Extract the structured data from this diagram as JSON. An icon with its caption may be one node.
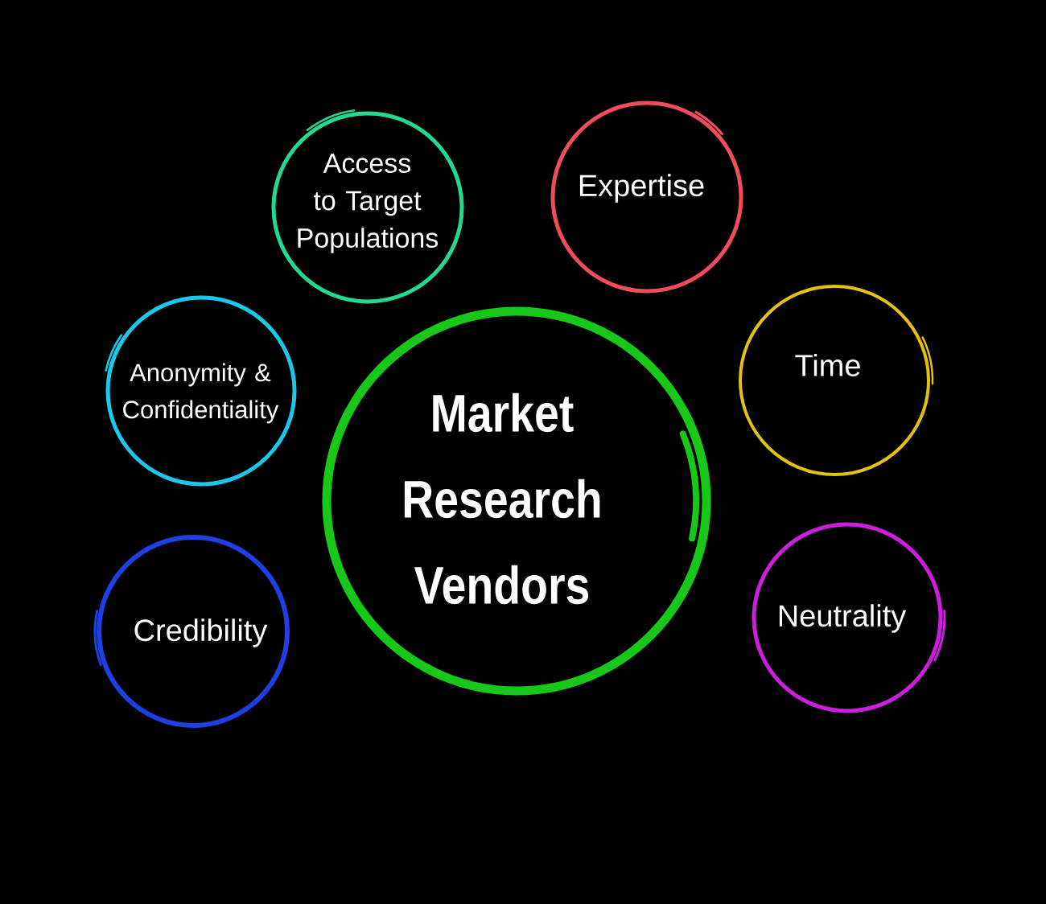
{
  "diagram": {
    "nodes": [
      {
        "text": [
          "Access to Target Populations"
        ]
      },
      {
        "text": [
          "Expertise"
        ]
      },
      {
        "text": [
          "Anonymity & Confidentiality"
        ]
      },
      {
        "text": [
          "Market Research Vendors"
        ]
      },
      {
        "text": [
          "Time"
        ]
      },
      {
        "text": [
          "Credibility"
        ]
      },
      {
        "text": [
          "Neutrality"
        ]
      }
    ]
  }
}
